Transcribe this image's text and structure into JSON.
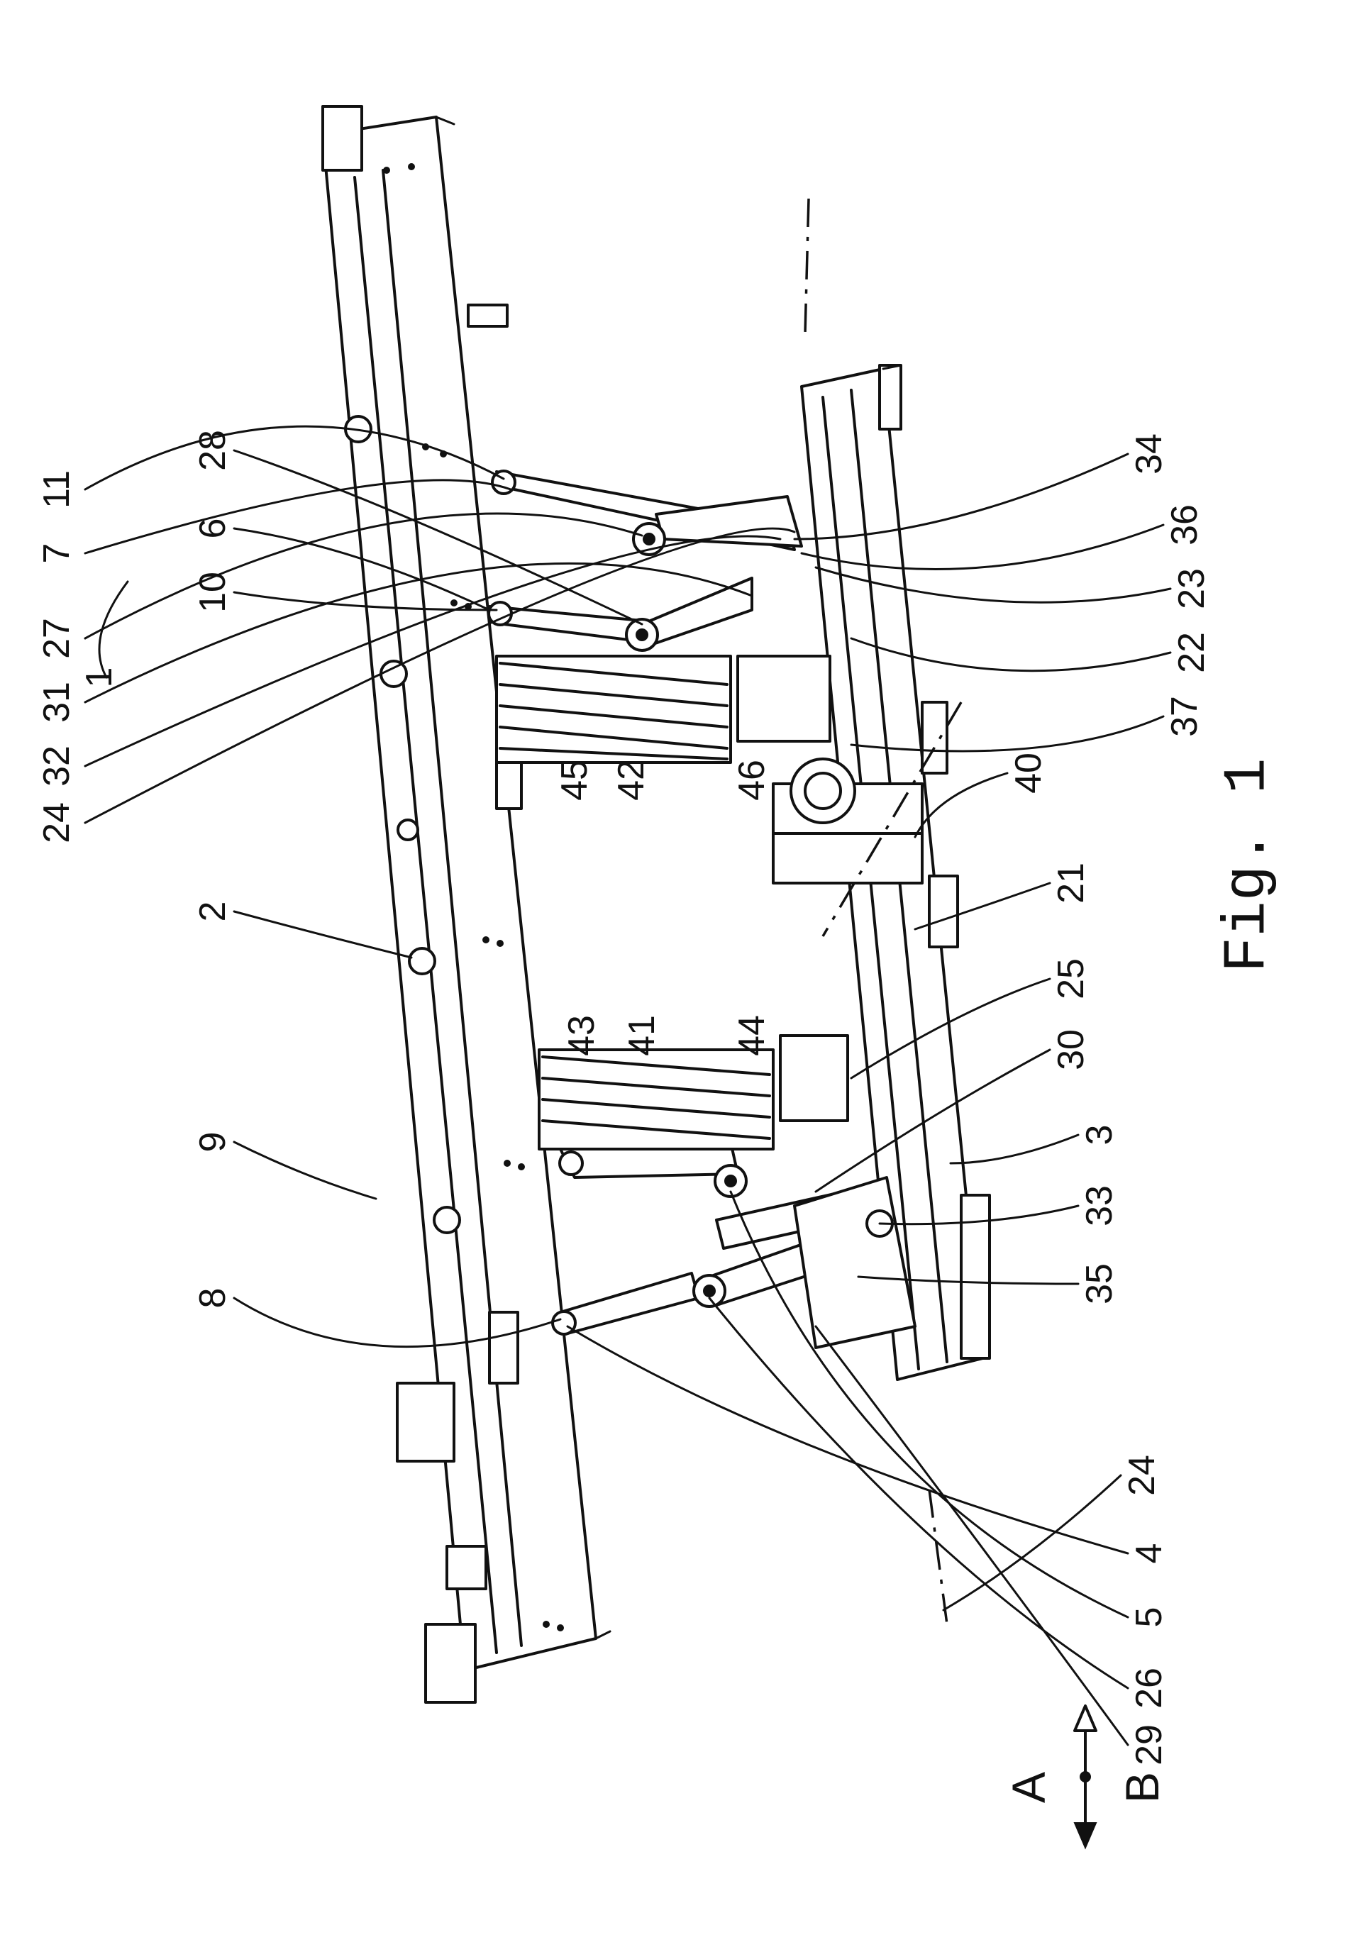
{
  "figure": {
    "caption": "Fig. 1",
    "main_reference": "1"
  },
  "reference_numerals": {
    "n2": "2",
    "n3": "3",
    "n4": "4",
    "n5": "5",
    "n6": "6",
    "n7": "7",
    "n8": "8",
    "n9": "9",
    "n10": "10",
    "n11": "11",
    "n21": "21",
    "n22": "22",
    "n23": "23",
    "n24_top": "24",
    "n24_bottom": "24",
    "n25": "25",
    "n26": "26",
    "n27": "27",
    "n28": "28",
    "n29": "29",
    "n30": "30",
    "n31": "31",
    "n32": "32",
    "n33": "33",
    "n34": "34",
    "n35": "35",
    "n36": "36",
    "n37": "37",
    "n40": "40",
    "n41": "41",
    "n42": "42",
    "n43": "43",
    "n44": "44",
    "n45": "45",
    "n46": "46"
  },
  "direction_arrow": {
    "label_a": "A",
    "label_b": "B"
  }
}
